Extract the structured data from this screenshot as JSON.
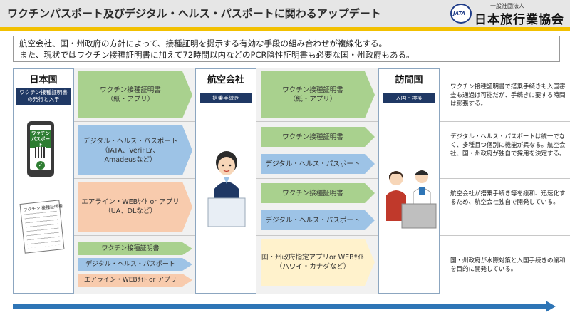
{
  "header": {
    "title": "ワクチンパスポート及びデジタル・ヘルス・パスポートに関わるアップデート",
    "logo_small": "一般社団法人",
    "logo_main": "日本旅行業協会",
    "logo_mark": "JATA"
  },
  "summary": {
    "line1": "航空会社、国・州政府の方針によって、接種証明を提示する有効な手段の組み合わせが複線化する。",
    "line2": "また、現状ではワクチン接種証明書に加えて72時間以内などのPCR陰性証明書も必要な国・州政府もある。"
  },
  "columns": {
    "japan": {
      "title": "日本国",
      "label": "ワクチン接種証明書の発行と入手"
    },
    "airline": {
      "title": "航空会社",
      "label": "搭乗手続き"
    },
    "destination": {
      "title": "訪問国",
      "label": "入国・検疫"
    }
  },
  "illustrations": {
    "phone_badge": "ワクチンパスポート",
    "paper_title": "ワクチン 接種証明書"
  },
  "rows": [
    {
      "left": [
        "ワクチン接種証明書",
        "（紙・アプリ）"
      ],
      "middle": [
        {
          "text": [
            "ワクチン接種証明書",
            "（紙・アプリ）"
          ]
        }
      ],
      "desc": "ワクチン接種証明書で搭乗手続きも入国審査も通過は可能だが、手続きに要する時間は膨張する。"
    },
    {
      "left": [
        "デジタル・ヘルス・パスポート",
        "（IATA、VeriFLY、",
        "Amadeusなど）"
      ],
      "middle": [
        {
          "text": [
            "ワクチン接種証明書"
          ]
        },
        {
          "text": [
            "デジタル・ヘルス・パスポート"
          ]
        }
      ],
      "desc": "デジタル・ヘルス・パスポートは統一でなく、多種且つ個別に機能が異なる。航空会社、国・州政府が独自で採用を決定する。"
    },
    {
      "left": [
        "エアライン・WEBｻｲﾄ or アプリ",
        "（UA、DLなど）"
      ],
      "middle": [
        {
          "text": [
            "ワクチン接種証明書"
          ]
        },
        {
          "text": [
            "デジタル・ヘルス・パスポート"
          ]
        }
      ],
      "desc": "航空会社が搭乗手続き等を緩和、迅速化するため、航空会社独自で開発している。"
    },
    {
      "left_small": [
        "ワクチン接種証明書",
        "デジタル・ヘルス・パスポート",
        "エアライン・WEBｻｲﾄ or アプリ"
      ],
      "middle": [
        {
          "text": [
            "国・州政府指定アプリor WEBｻｲﾄ",
            "（ハワイ・カナダなど）"
          ]
        }
      ],
      "desc": "国・州政府が水際対策と入国手続きの緩和を目的に開発している。"
    }
  ]
}
